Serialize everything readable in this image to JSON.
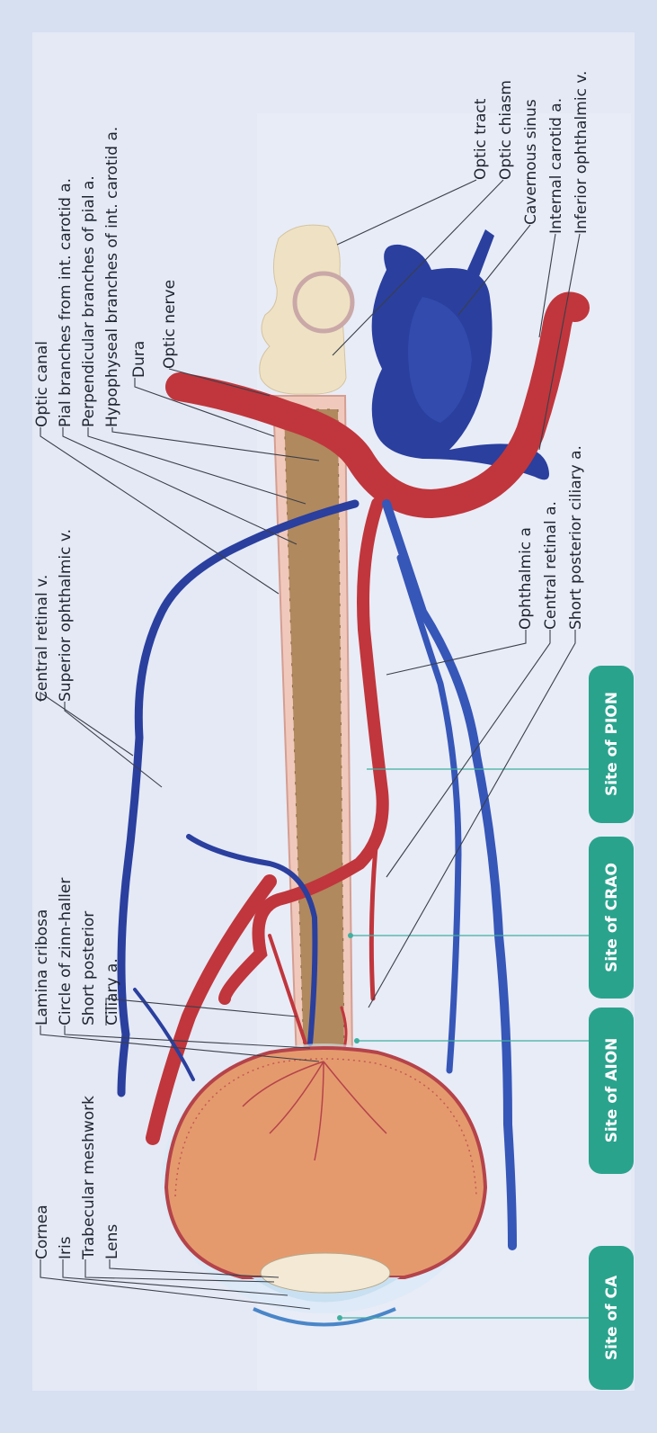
{
  "labels": {
    "cornea": "Cornea",
    "iris": "Iris",
    "trabecular_meshwork": "Trabecular meshwork",
    "lens": "Lens",
    "lamina_cribosa": "Lamina cribosa",
    "circle_zinn_haller": "Circle of zinn-haller",
    "short_posterior_line1": "Short posterior",
    "short_posterior_line2": "Ciliary a.",
    "central_retinal_v": "Central retinal v.",
    "superior_ophthalmic_v": "Superior ophthalmic v.",
    "optic_canal": "Optic canal",
    "pial_branches": "Pial branches from int. carotid a.",
    "perpendicular_branches": "Perpendicular branches of pial a.",
    "hypophyseal_branches": "Hypophyseal branches of int. carotid a.",
    "dura": "Dura",
    "optic_nerve": "Optic nerve",
    "ophthalmic_a": "Ophthalmic a",
    "central_retinal_a": "Central retinal a.",
    "short_posterior_ciliary_a": "Short posterior ciliary a.",
    "optic_tract": "Optic tract",
    "optic_chiasm": "Optic chiasm",
    "cavernous_sinus": "Cavernous sinus",
    "internal_carotid_a": "Internal carotid a.",
    "inferior_ophthalmic_v": "Inferior ophthalmic v."
  },
  "sites": {
    "ca": "Site of CA",
    "aion": "Site of AION",
    "crao": "Site of CRAO",
    "pion": "Site of PION"
  },
  "colors": {
    "background": "#d6e0f1",
    "artery": "#c0363c",
    "vein": "#2a3f9e",
    "site_badge": "#2aa38d",
    "nerve": "#b0895e"
  }
}
